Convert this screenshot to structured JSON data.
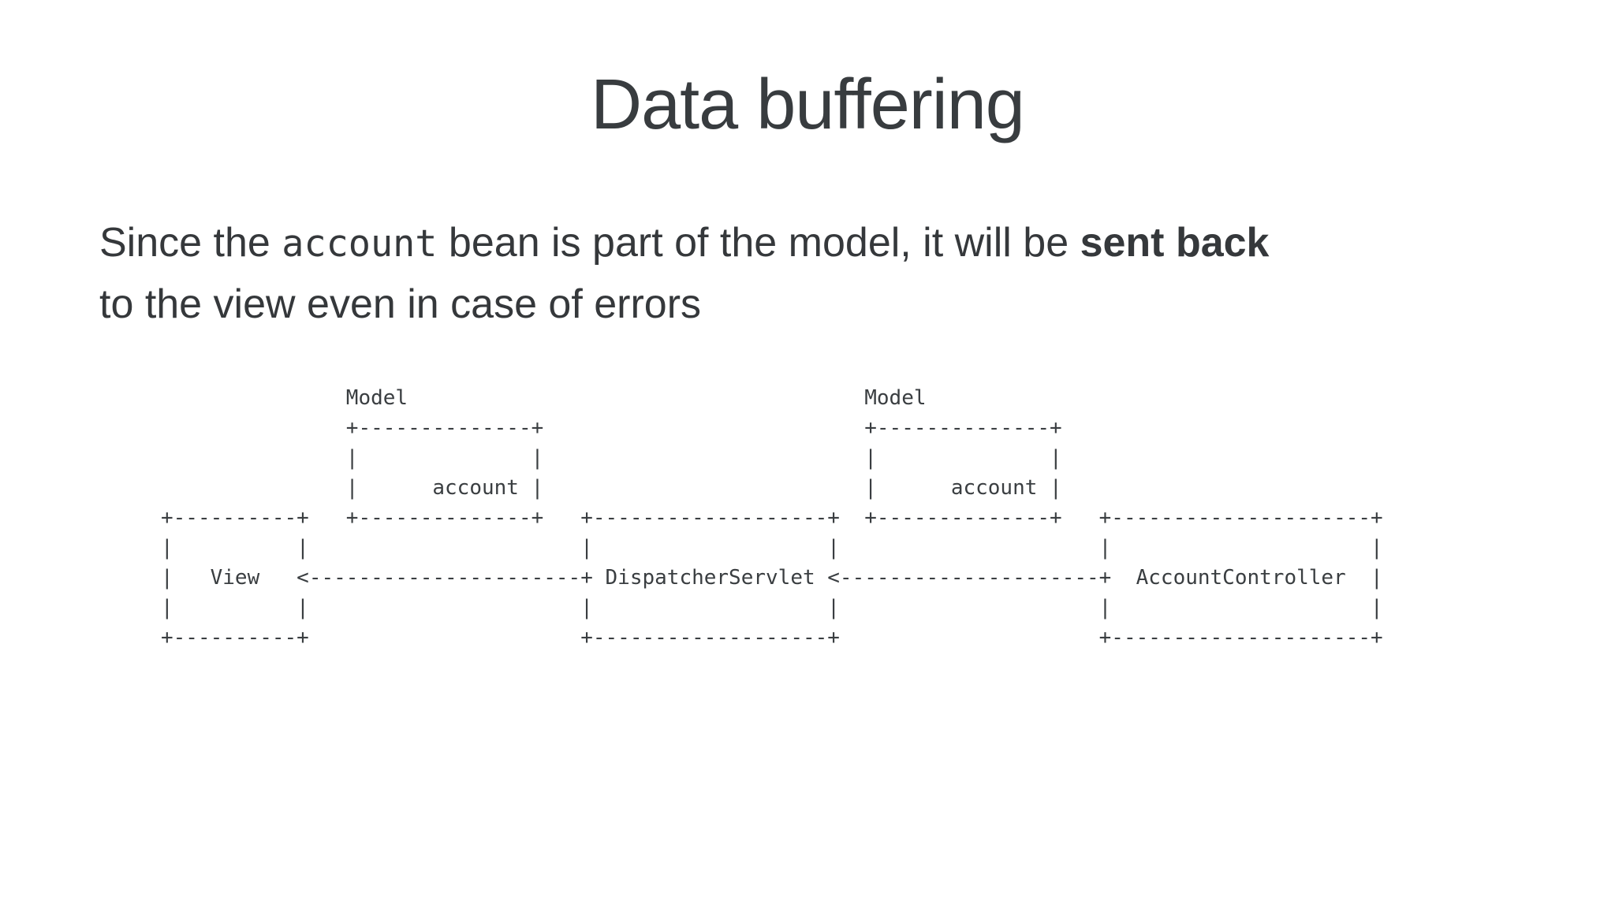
{
  "slide": {
    "title": "Data buffering",
    "paragraph": {
      "part1": "Since the ",
      "code": "account",
      "part2": " bean is part of the model, it will be ",
      "bold": "sent back",
      "part3": "to the view even in case of errors"
    },
    "diagram": {
      "labels": [
        "Model",
        "Model"
      ],
      "boxes": [
        "View",
        "DispatcherServlet",
        "AccountController",
        "account",
        "account"
      ],
      "lines": [
        "               Model                                     Model",
        "               +--------------+                          +--------------+",
        "               |              |                          |              |",
        "               |      account |                          |      account |",
        "+----------+   +--------------+   +-------------------+  +--------------+   +---------------------+",
        "|          |                      |                   |                     |                     |",
        "|   View   <----------------------+ DispatcherServlet <---------------------+  AccountController  |",
        "|          |                      |                   |                     |                     |",
        "+----------+                      +-------------------+                     +---------------------+"
      ]
    }
  },
  "colors": {
    "background": "#ffffff",
    "text": "#35383b",
    "title": "#383c3f",
    "diagram": "#3a3e41"
  }
}
